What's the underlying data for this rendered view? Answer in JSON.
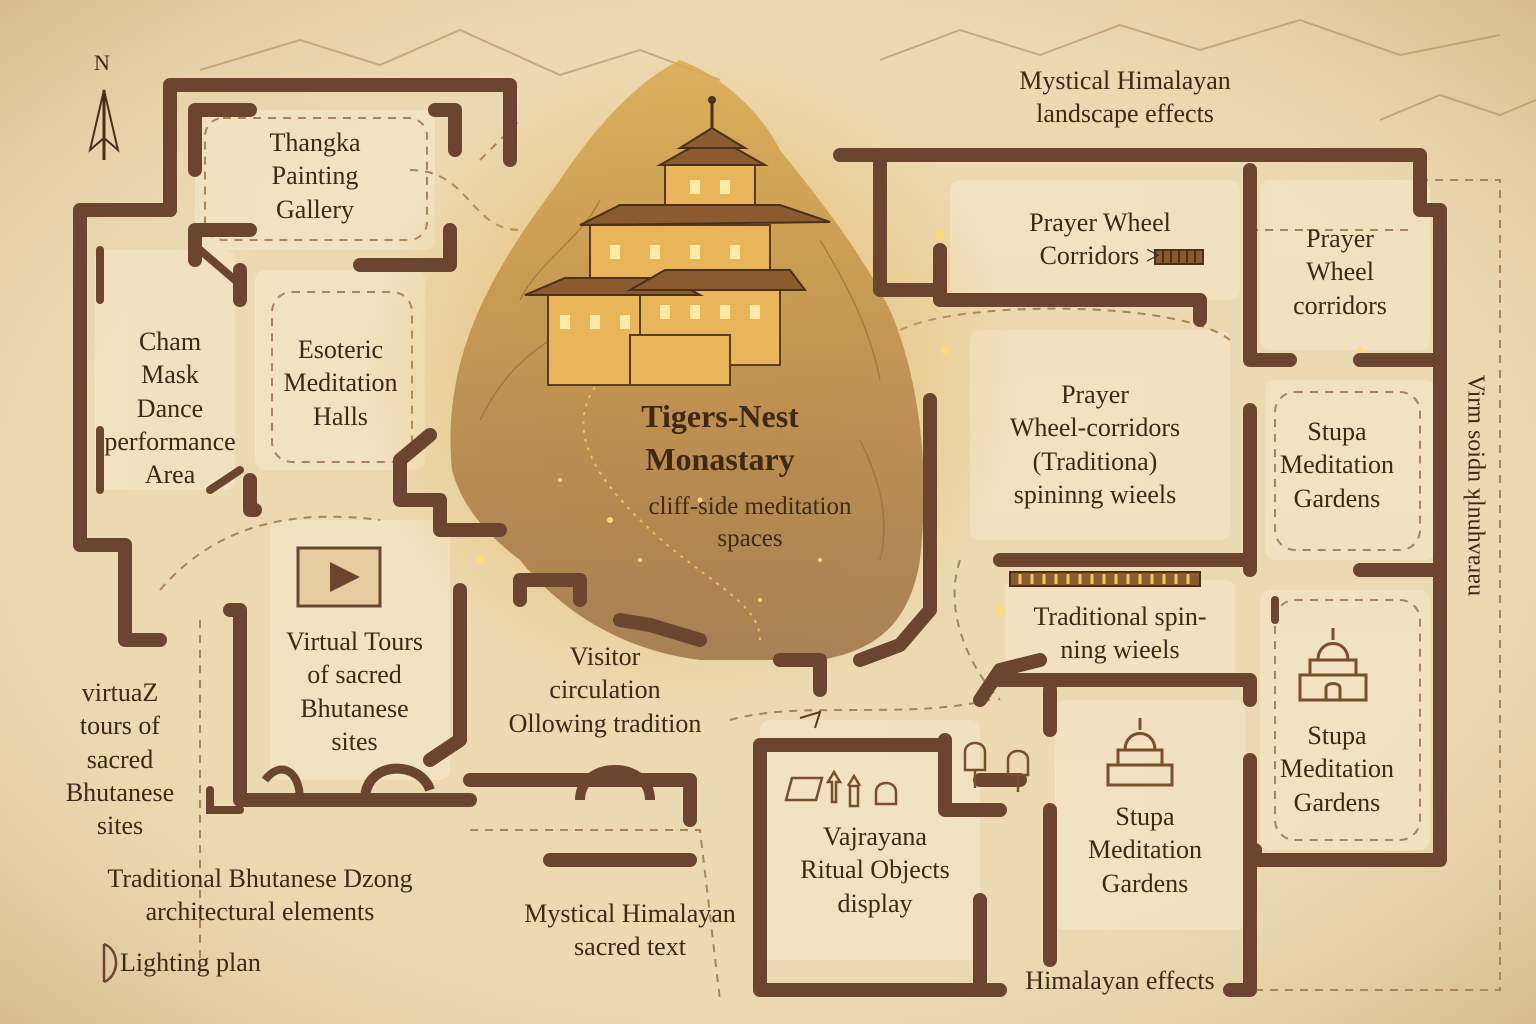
{
  "compass": {
    "north": "N"
  },
  "labels": {
    "thangka": "Thangka\nPainting\nGallery",
    "cham": "Cham\nMask\nDance\nperformance\nArea",
    "esoteric": "Esoteric\nMeditation\nHalls",
    "virtual_tours_room": "Virtual Tours\nof sacred\nBhutanese\nsites",
    "virtual_tours_side": "virtuaZ\ntours of\nsacred\nBhutanese\nsites",
    "dzong": "Traditional Bhutanese Dzong\narchitectural elements",
    "lighting": "Lighting plan",
    "visitor": "Visitor\ncirculation\nOllowing tradition",
    "sacred_text": "Mystical Himalayan\nsacred text",
    "tigers_nest_title": "Tigers-Nest\nMonastary",
    "tigers_nest_sub": "cliff-side meditation\nspaces",
    "landscape": "Mystical Himalayan\nlandscape  effects",
    "prayer_wheel_corridors_top": "Prayer Wheel\nCorridors >",
    "prayer_wheel_corridors_right": "Prayer\nWheel\ncorridors",
    "prayer_wheel_traditional": "Prayer\nWheel-corridors\n(Traditiona)\nspininng wieels",
    "stupa_upper": "Stupa\nMeditation\nGardens",
    "spinning_wheels": "Traditional spin-\nning wieels",
    "stupa_right": "Stupa\nMeditation\nGardens",
    "stupa_center": "Stupa\nMeditation\nGardens",
    "vajrayana": "Vajrayana\nRitual Objects\ndisplay",
    "himalayan_effects": "Himalayan effects",
    "vertical_right": "Virm soidn ʞlnuhvɐɹɐu"
  },
  "colors": {
    "parchment": "#ecd9b2",
    "wall": "#6b4530",
    "floor": "#f2e3c4",
    "glow": "#f3c55c",
    "ink": "#3e2816"
  },
  "icons": [
    "play-icon",
    "compass-arrow-icon",
    "stupa-icon",
    "monastery-icon",
    "ritual-objects-icon",
    "prayer-wheel-icon"
  ]
}
